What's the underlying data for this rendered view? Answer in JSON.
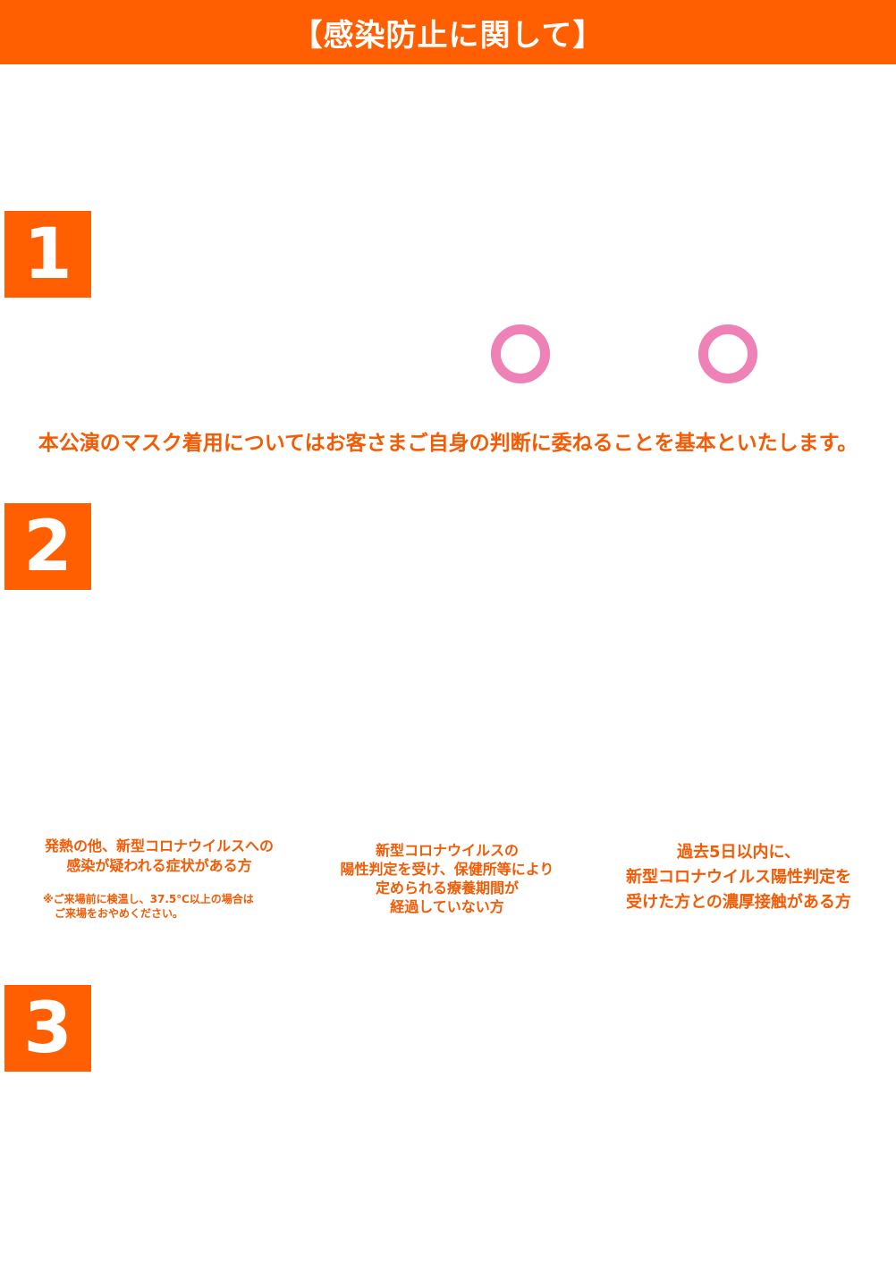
{
  "header": {
    "title": "【感染防止に関して】"
  },
  "sections": {
    "one": {
      "number": "1"
    },
    "two": {
      "number": "2"
    },
    "three": {
      "number": "3"
    }
  },
  "mask_policy": {
    "text": "本公演のマスク着用についてはお客さまご自身の判断に委ねることを基本といたします。"
  },
  "conditions": {
    "fever": {
      "lines": [
        "発熱の他、新型コロナウイルスへの",
        "感染が疑われる症状がある方"
      ],
      "note": [
        "※ご来場前に検温し、37.5℃以上の場合は",
        "ご来場をおやめください。"
      ]
    },
    "positive": {
      "lines": [
        "新型コロナウイルスの",
        "陽性判定を受け、保健所等により",
        "定められる療養期間が",
        "経過していない方"
      ]
    },
    "contact": {
      "lines": [
        "過去5日以内に、",
        "新型コロナウイルス陽性判定を",
        "受けた方との濃厚接触がある方"
      ]
    }
  },
  "colors": {
    "accent": "#ff5f00",
    "text_orange": "#f35b04",
    "ring_pink": "#ee82b6",
    "background": "#ffffff"
  }
}
